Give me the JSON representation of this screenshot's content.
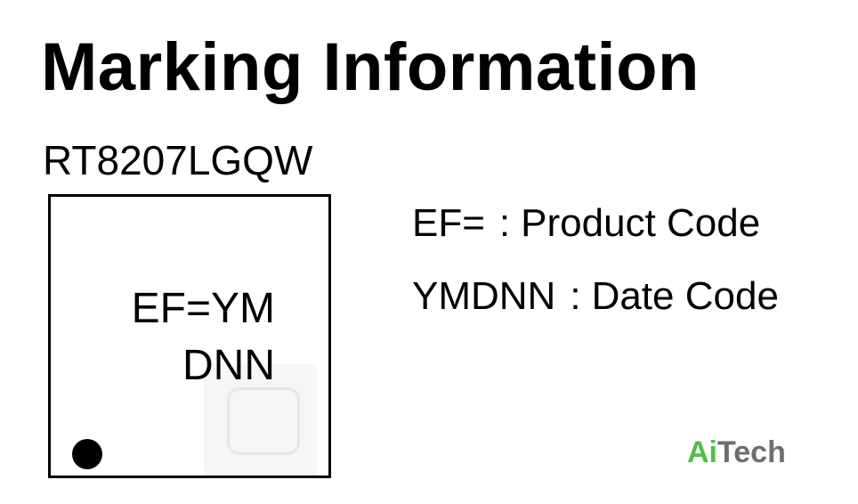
{
  "title": "Marking Information",
  "part_number": "RT8207LGQW",
  "chip_marking": {
    "line1": "EF=YM",
    "line2": "DNN"
  },
  "legend": [
    {
      "code": "EF=",
      "separator": ":",
      "description": "Product Code"
    },
    {
      "code": "YMDNN",
      "separator": ":",
      "description": "Date Code"
    }
  ],
  "brand": {
    "part1": "Ai",
    "part2": "Tech",
    "color_part1": "#4cc04a",
    "color_part2": "#6e6e6e"
  }
}
